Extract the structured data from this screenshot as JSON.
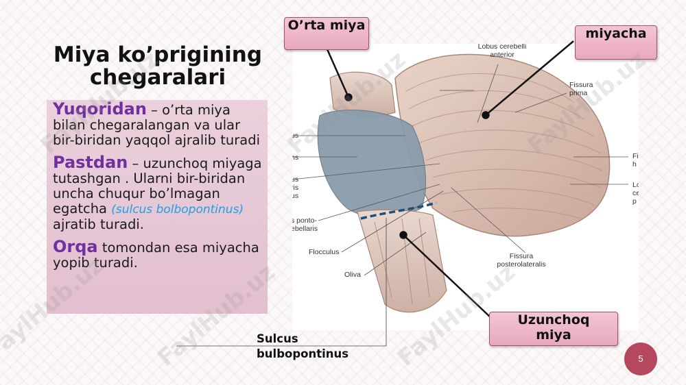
{
  "slide": {
    "title_line1": "Miya ko’prigining",
    "title_line2": "chegaralari",
    "para1": {
      "highlight": "Yuqoridan",
      "text": " – o’rta miya bilan chegaralangan va ular bir-biridan yaqqol ajralib turadi"
    },
    "para2": {
      "highlight": "Pastdan",
      "text1": " – uzunchoq miyaga tutashgan . Ularni bir-biridan uncha chuqur bo’lmagan egatcha ",
      "latin": "(sulcus bolbopontinus)",
      "text2": " ajratib turadi."
    },
    "para3": {
      "highlight": "Orqa",
      "text": " tomondan esa miyacha yopib turadi."
    },
    "page_number": "5"
  },
  "callouts": {
    "orta_miya": "O’rta miya",
    "miyacha": "miyacha",
    "uzunchoq_miya": "Uzunchoq miya",
    "sulcus": "Sulcus bulbopontinus"
  },
  "figure_labels": {
    "lobus": "Lobus cerebelli anterior",
    "fissura_prima": "Fissura prima",
    "l1": "us",
    "l2": "ns",
    "l3": "us ris us",
    "l4": "s ponto- ebellaris",
    "flocculus": "Flocculus",
    "oliva": "Oliva",
    "fissura_post": "Fissura posterolateralis",
    "r1": "Fi h",
    "r2": "Lo ce p"
  },
  "watermark": "FaylHub.uz",
  "colors": {
    "highlight": "#7030a0",
    "latin": "#1ea0e6",
    "box": "#e8a9bd",
    "page_circle": "#b5475f"
  }
}
